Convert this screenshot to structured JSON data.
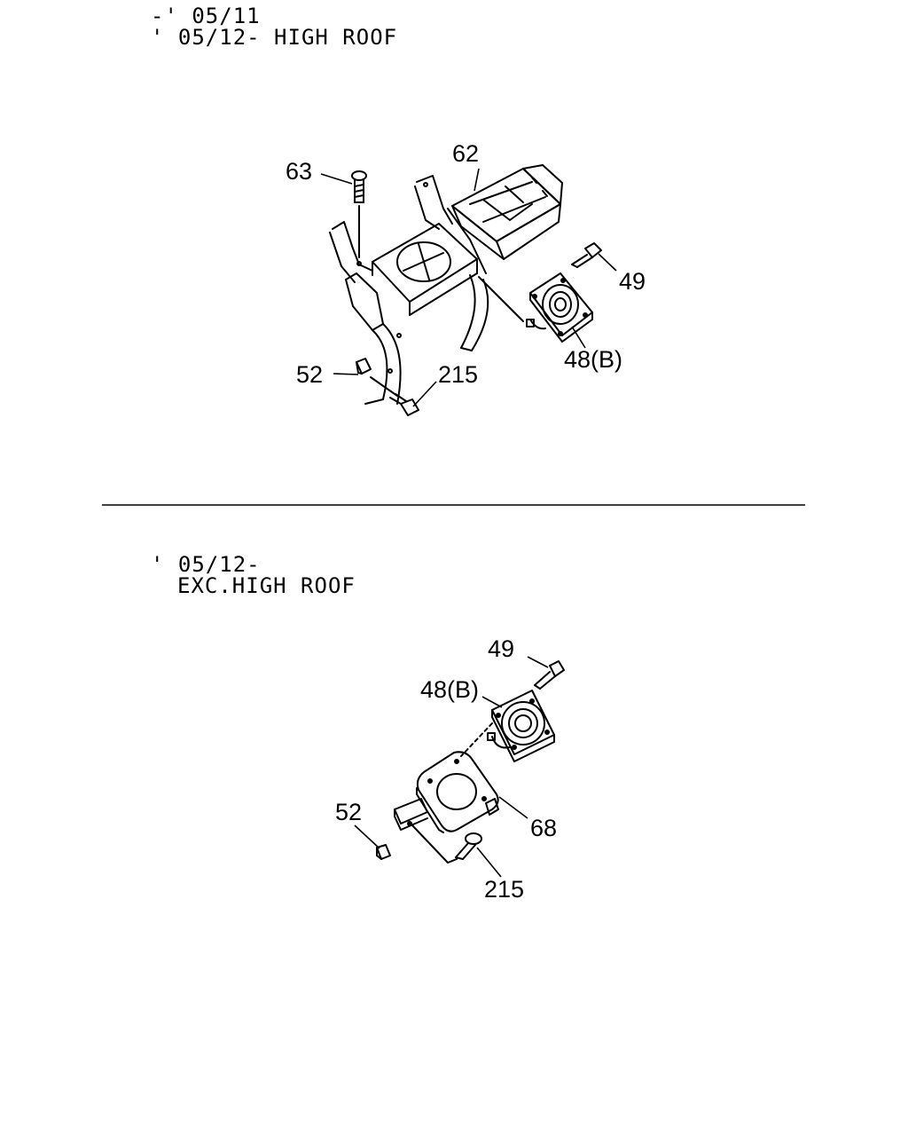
{
  "sections": {
    "top": {
      "line1": "-' 05/11",
      "line2": "' 05/12- HIGH ROOF",
      "callouts": {
        "c63": "63",
        "c62": "62",
        "c49": "49",
        "c48b": "48(B)",
        "c52": "52",
        "c215": "215"
      }
    },
    "bottom": {
      "line1": "' 05/12-",
      "line2": "EXC.HIGH ROOF",
      "callouts": {
        "c49": "49",
        "c48b": "48(B)",
        "c52": "52",
        "c68": "68",
        "c215": "215"
      }
    }
  }
}
